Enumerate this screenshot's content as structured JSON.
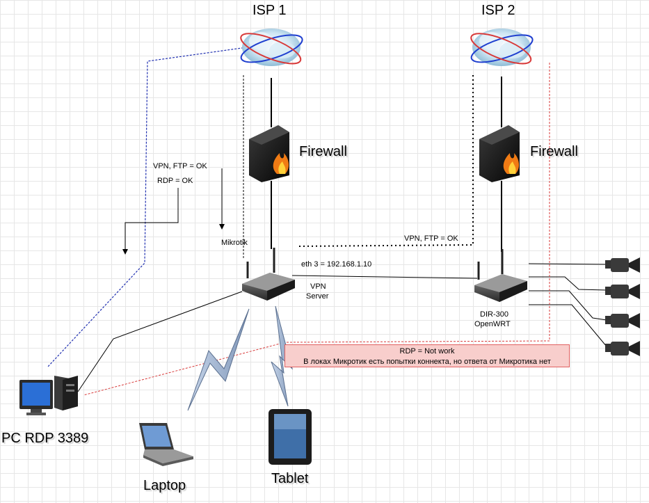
{
  "colors": {
    "note_fill": "#f8cecc",
    "note_border": "#e06060",
    "blue_dash": "#1f2fb0",
    "red_dash": "#d83a3a"
  },
  "labels": {
    "isp1": "ISP 1",
    "isp2": "ISP 2",
    "firewall1": "Firewall",
    "firewall2": "Firewall",
    "vpn_ftp_left": "VPN, FTP = OK",
    "rdp_left": "RDP = OK",
    "mikrotik": "Mikrotik",
    "vpn_ftp_right": "VPN, FTP = OK",
    "eth3": "eth 3 = 192.168.1.10",
    "vpn_server_1": "VPN",
    "vpn_server_2": "Server",
    "dir300_1": "DIR-300",
    "dir300_2": "OpenWRT",
    "pc": "PC RDP 3389",
    "laptop": "Laptop",
    "tablet": "Tablet"
  },
  "note": {
    "line1": "RDP = Not work",
    "line2": "В локах Микротик есть попытки коннекта, но ответа от Микротика нет"
  },
  "icons": {
    "cloud": "internet-cloud-icon",
    "firewall": "firewall-icon",
    "router": "wireless-router-icon",
    "camera": "security-camera-icon",
    "pc": "desktop-pc-icon",
    "laptop": "laptop-icon",
    "tablet": "tablet-icon",
    "wireless": "wireless-link-icon"
  }
}
